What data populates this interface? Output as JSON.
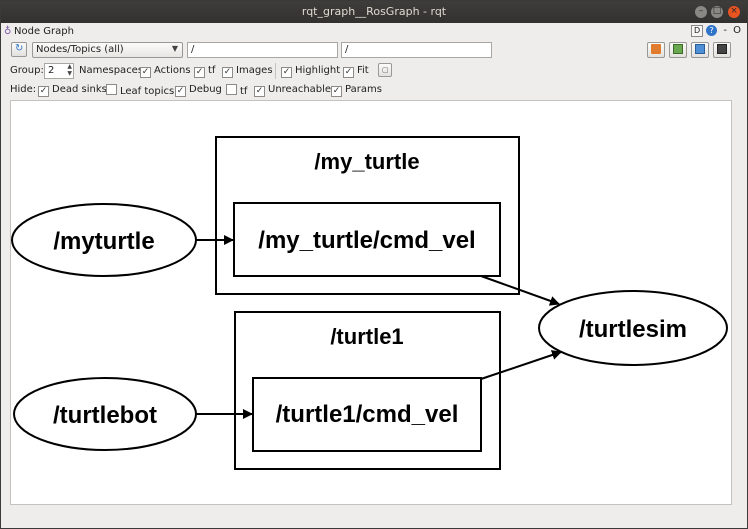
{
  "window": {
    "title": "rqt_graph__RosGraph - rqt",
    "minimize_glyph": "–",
    "close_glyph": "×"
  },
  "plugin": {
    "title": "Node Graph",
    "dock_d": "D",
    "dock_help": "?",
    "dock_min": "-",
    "dock_close": "O"
  },
  "toolbar": {
    "mode": "Nodes/Topics (all)",
    "node_filter": "/",
    "topic_filter": "/"
  },
  "options": {
    "group_label": "Group:",
    "group_value": "2",
    "namespaces_label": "Namespaces",
    "namespaces_checked": true,
    "actions_label": "Actions",
    "actions_checked": true,
    "tf_label": "tf",
    "tf_checked": true,
    "images_label": "Images",
    "images_checked": true,
    "highlight_label": "Highlight",
    "highlight_checked": true,
    "fit_label": "Fit",
    "fit_checked": true
  },
  "hide": {
    "label": "Hide:",
    "dead_sinks_label": "Dead sinks",
    "dead_sinks_checked": true,
    "leaf_topics_label": "Leaf topics",
    "leaf_topics_checked": false,
    "debug_label": "Debug",
    "debug_checked": true,
    "tf_label": "tf",
    "tf_checked": false,
    "unreachable_label": "Unreachable",
    "unreachable_checked": true,
    "params_label": "Params",
    "params_checked": true
  },
  "graph": {
    "namespace_my_turtle": "/my_turtle",
    "topic_my_turtle_cmd_vel": "/my_turtle/cmd_vel",
    "namespace_turtle1": "/turtle1",
    "topic_turtle1_cmd_vel": "/turtle1/cmd_vel",
    "node_myturtle": "/myturtle",
    "node_turtlebot": "/turtlebot",
    "node_turtlesim": "/turtlesim"
  },
  "colors": {
    "accent": "#e95420",
    "titlebar": "#3c3b37",
    "help": "#2f74c8"
  }
}
